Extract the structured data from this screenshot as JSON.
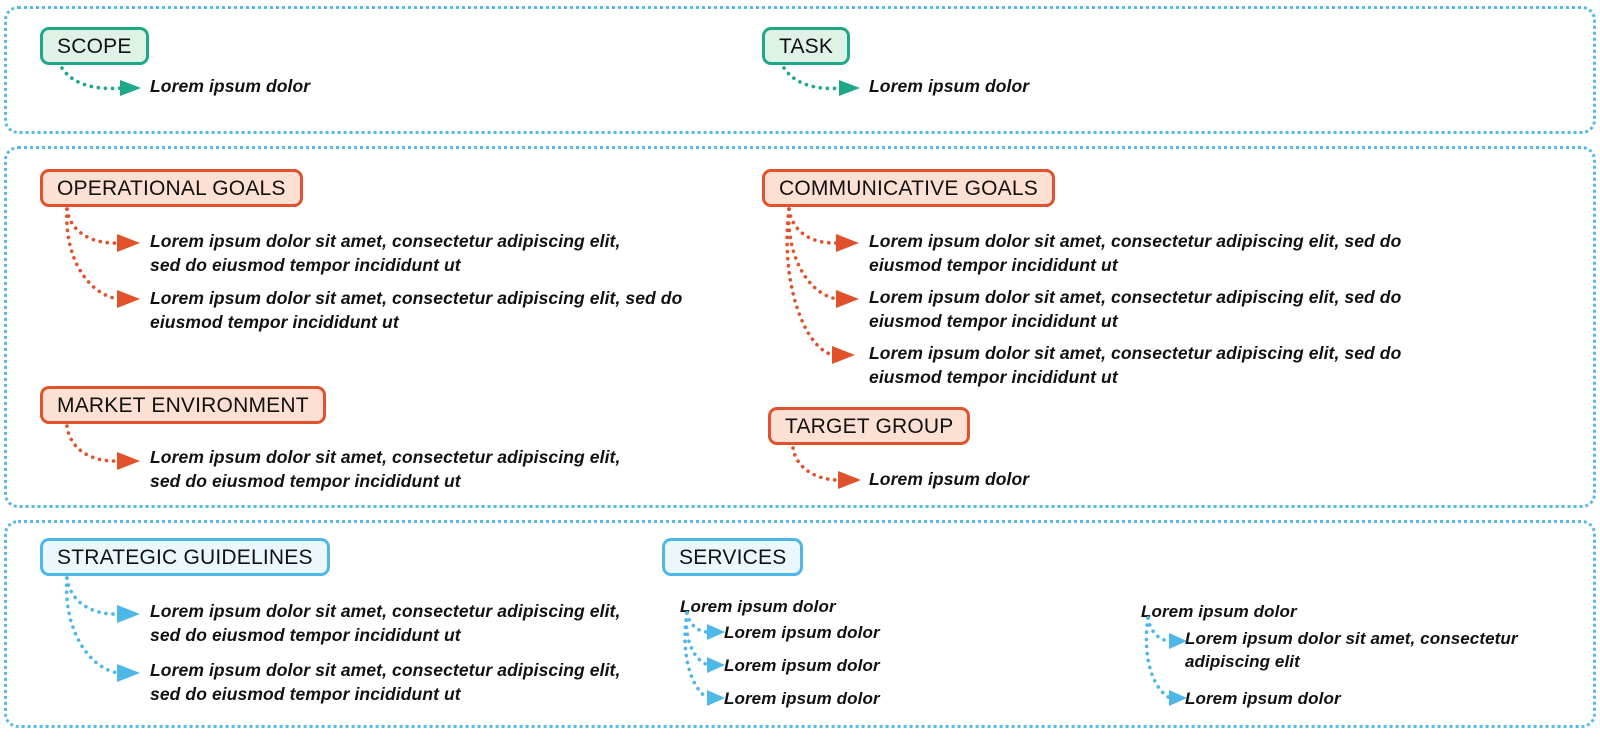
{
  "theme": {
    "panel_border": "#55bbe6",
    "green_border": "#1fa78a",
    "green_fill": "#dff2e6",
    "red_border": "#e0512c",
    "red_fill": "#fbe0d3",
    "blue_border": "#4db8e8",
    "blue_fill": "#eaf7fd",
    "text": "#111111",
    "background": "#ffffff"
  },
  "panels": [
    {
      "id": "scope-task",
      "nodes": [
        {
          "id": "scope",
          "label": "SCOPE",
          "color": "green",
          "items": [
            "Lorem ipsum dolor"
          ]
        },
        {
          "id": "task",
          "label": "TASK",
          "color": "green",
          "items": [
            "Lorem ipsum dolor"
          ]
        }
      ]
    },
    {
      "id": "goals",
      "nodes": [
        {
          "id": "operational-goals",
          "label": "OPERATIONAL GOALS",
          "color": "red",
          "items": [
            "Lorem ipsum dolor sit amet, consectetur adipiscing elit, sed do eiusmod tempor incididunt ut",
            "Lorem ipsum dolor sit amet, consectetur adipiscing elit, sed do eiusmod tempor incididunt ut"
          ]
        },
        {
          "id": "communicative-goals",
          "label": "COMMUNICATIVE GOALS",
          "color": "red",
          "items": [
            "Lorem ipsum dolor sit amet, consectetur adipiscing elit, sed do eiusmod tempor incididunt ut",
            "Lorem ipsum dolor sit amet, consectetur adipiscing elit, sed do eiusmod tempor incididunt ut",
            "Lorem ipsum dolor sit amet, consectetur adipiscing elit, sed do eiusmod tempor incididunt ut"
          ]
        },
        {
          "id": "market-environment",
          "label": "MARKET ENVIRONMENT",
          "color": "red",
          "items": [
            "Lorem ipsum dolor sit amet, consectetur adipiscing elit, sed do eiusmod tempor incididunt ut"
          ]
        },
        {
          "id": "target-group",
          "label": "TARGET GROUP",
          "color": "red",
          "items": [
            "Lorem ipsum dolor"
          ]
        }
      ]
    },
    {
      "id": "strategy",
      "nodes": [
        {
          "id": "strategic-guidelines",
          "label": "STRATEGIC GUIDELINES",
          "color": "blue",
          "items": [
            "Lorem ipsum dolor sit amet, consectetur adipiscing elit, sed do eiusmod tempor incididunt ut",
            "Lorem ipsum dolor sit amet, consectetur adipiscing elit, sed do eiusmod tempor incididunt ut"
          ]
        },
        {
          "id": "services",
          "label": "SERVICES",
          "color": "blue",
          "groups": [
            {
              "heading": "Lorem ipsum dolor",
              "items": [
                "Lorem ipsum dolor",
                "Lorem ipsum dolor",
                "Lorem ipsum dolor"
              ]
            },
            {
              "heading": "Lorem ipsum dolor",
              "items": [
                "Lorem ipsum dolor sit amet, consectetur adipiscing elit",
                "Lorem ipsum dolor"
              ]
            }
          ]
        }
      ]
    }
  ],
  "text": {
    "scope_label": "SCOPE",
    "scope_item_0": "Lorem ipsum dolor",
    "task_label": "TASK",
    "task_item_0": "Lorem ipsum dolor",
    "opgoals_label": "OPERATIONAL GOALS",
    "opgoals_item_0": "Lorem ipsum dolor sit amet, consectetur adipiscing elit, sed do eiusmod tempor incididunt ut",
    "opgoals_item_1": "Lorem ipsum dolor sit amet, consectetur adipiscing elit, sed do eiusmod tempor incididunt ut",
    "commgoals_label": "COMMUNICATIVE GOALS",
    "commgoals_item_0": "Lorem ipsum dolor sit amet, consectetur adipiscing elit, sed do eiusmod tempor incididunt ut",
    "commgoals_item_1": "Lorem ipsum dolor sit amet, consectetur adipiscing elit, sed do eiusmod tempor incididunt ut",
    "commgoals_item_2": "Lorem ipsum dolor sit amet, consectetur adipiscing elit, sed do eiusmod tempor incididunt ut",
    "market_label": "MARKET ENVIRONMENT",
    "market_item_0": "Lorem ipsum dolor sit amet, consectetur adipiscing elit, sed do eiusmod tempor incididunt ut",
    "target_label": "TARGET GROUP",
    "target_item_0": "Lorem ipsum dolor",
    "guidelines_label": "STRATEGIC GUIDELINES",
    "guidelines_item_0": "Lorem ipsum dolor sit amet, consectetur adipiscing elit, sed do eiusmod tempor incididunt ut",
    "guidelines_item_1": "Lorem ipsum dolor sit amet, consectetur adipiscing elit, sed do eiusmod tempor incididunt ut",
    "services_label": "SERVICES",
    "services_g0_heading": "Lorem ipsum dolor",
    "services_g0_item_0": "Lorem ipsum dolor",
    "services_g0_item_1": "Lorem ipsum dolor",
    "services_g0_item_2": "Lorem ipsum dolor",
    "services_g1_heading": "Lorem ipsum dolor",
    "services_g1_item_0": "Lorem ipsum dolor sit amet, consectetur adipiscing elit",
    "services_g1_item_1": "Lorem ipsum dolor"
  }
}
